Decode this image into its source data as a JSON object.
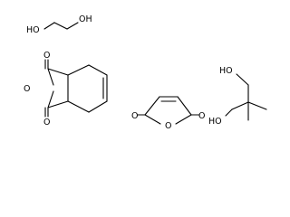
{
  "molecules": [
    {
      "id": "ethylene-glycol",
      "atoms": [
        "HO",
        "OH"
      ]
    },
    {
      "id": "tetrahydrophthalic-anhydride",
      "atoms": [
        "O",
        "O",
        "O"
      ]
    },
    {
      "id": "maleic-anhydride",
      "atoms": [
        "O",
        "O",
        "O"
      ]
    },
    {
      "id": "neopentyl-glycol",
      "atoms": [
        "HO",
        "HO"
      ]
    }
  ]
}
